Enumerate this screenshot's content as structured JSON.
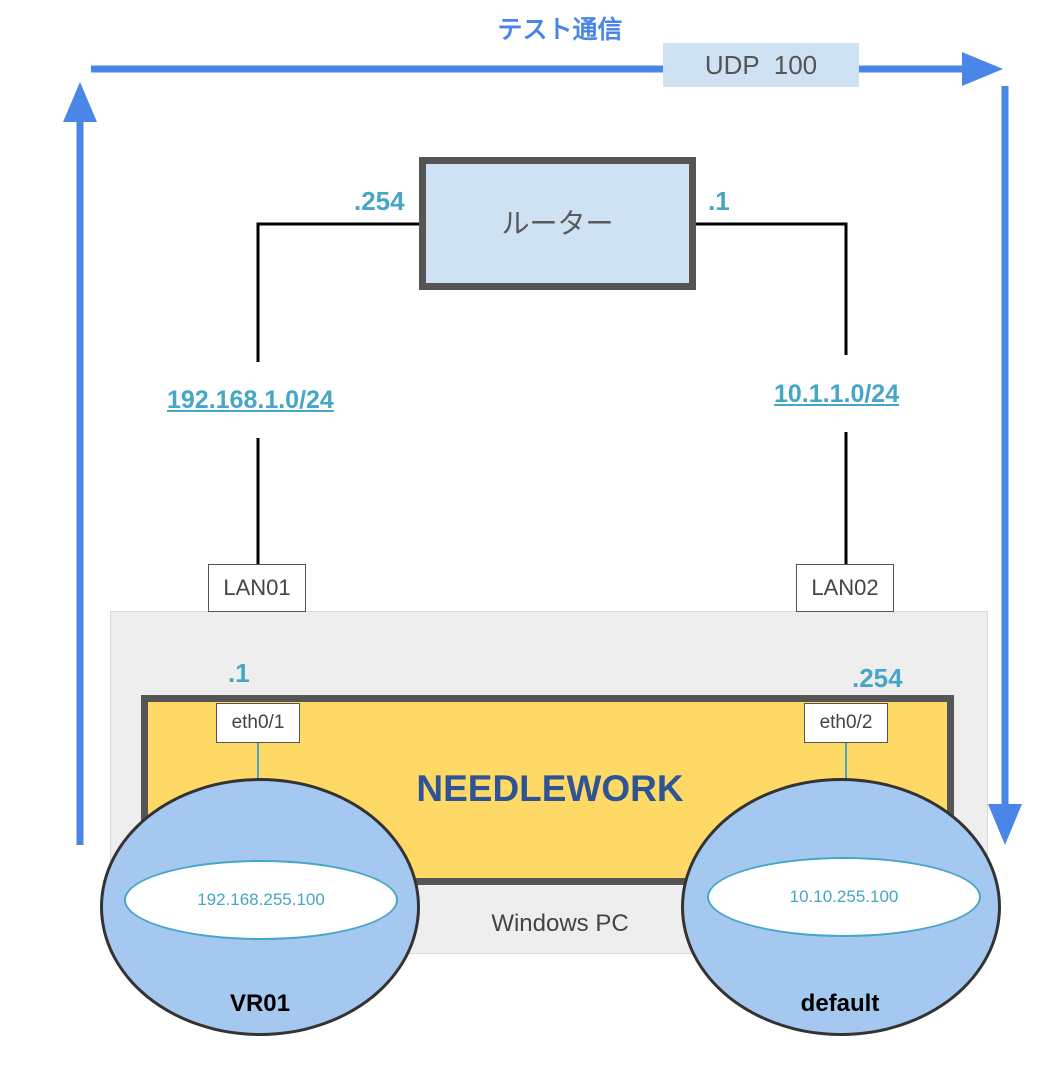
{
  "test_flow": {
    "title": "テスト通信",
    "protocol_label": "UDP  100",
    "arrow_color": "#4a86e8"
  },
  "router": {
    "label": "ルーター",
    "left_ip": ".254",
    "right_ip": ".1"
  },
  "networks": {
    "left_subnet": "192.168.1.0/24",
    "right_subnet": "10.1.1.0/24"
  },
  "lan_ports": {
    "left": "LAN01",
    "right": "LAN02"
  },
  "host": {
    "container_label": "Windows PC",
    "app_label": "NEEDLEWORK",
    "left_ip": ".1",
    "right_ip": ".254",
    "eth_left": "eth0/1",
    "eth_right": "eth0/2"
  },
  "virtual_routers": [
    {
      "name": "VR01",
      "ip": "192.168.255.100"
    },
    {
      "name": "default",
      "ip": "10.10.255.100"
    }
  ],
  "colors": {
    "router_fill": "#cfe2f3",
    "app_fill": "#ffd966",
    "vr_fill": "#a4c8f0",
    "address_text": "#45a6c6",
    "app_text": "#2f5496"
  }
}
